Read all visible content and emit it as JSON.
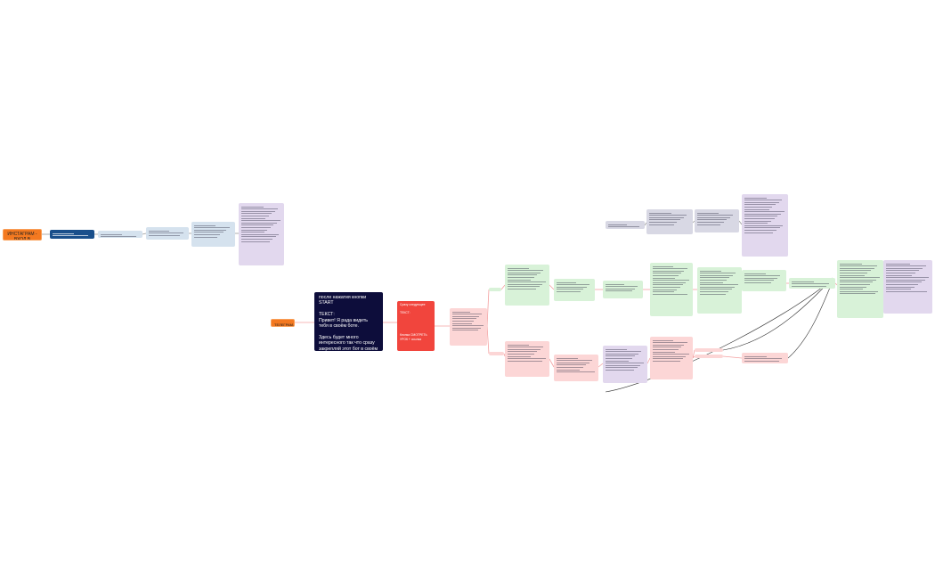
{
  "entries": {
    "instagram": "ИНСТАГРАМ - ВХОД В ВОРОНКУ",
    "telegram": "ТЕЛЕГРАМ-ВХОД"
  },
  "start_node": {
    "text": "после нажатия кнопки START\n\nТЕКСТ:\nПривет! Я рада видеть тебя в своём боте.\n\nЗдесь будет много интересного так что сразу закрепляй этот бот в своём телеграме, чтобы не потерять"
  },
  "next_node": {
    "text": "Сразу следующее\n\nТЕКСТ:\n\n\n\n\n\nКнопка СМОТРЕТЬ УРОК + ссылка"
  },
  "colors": {
    "orange": "#f47920",
    "navy": "#0d0d3b",
    "red": "#f1453d",
    "green": "#d8f2d8",
    "pink": "#fcd6d6",
    "purple": "#e2d8ee",
    "blue": "#d5e2ee",
    "dark_blue": "#1a4f8b"
  }
}
